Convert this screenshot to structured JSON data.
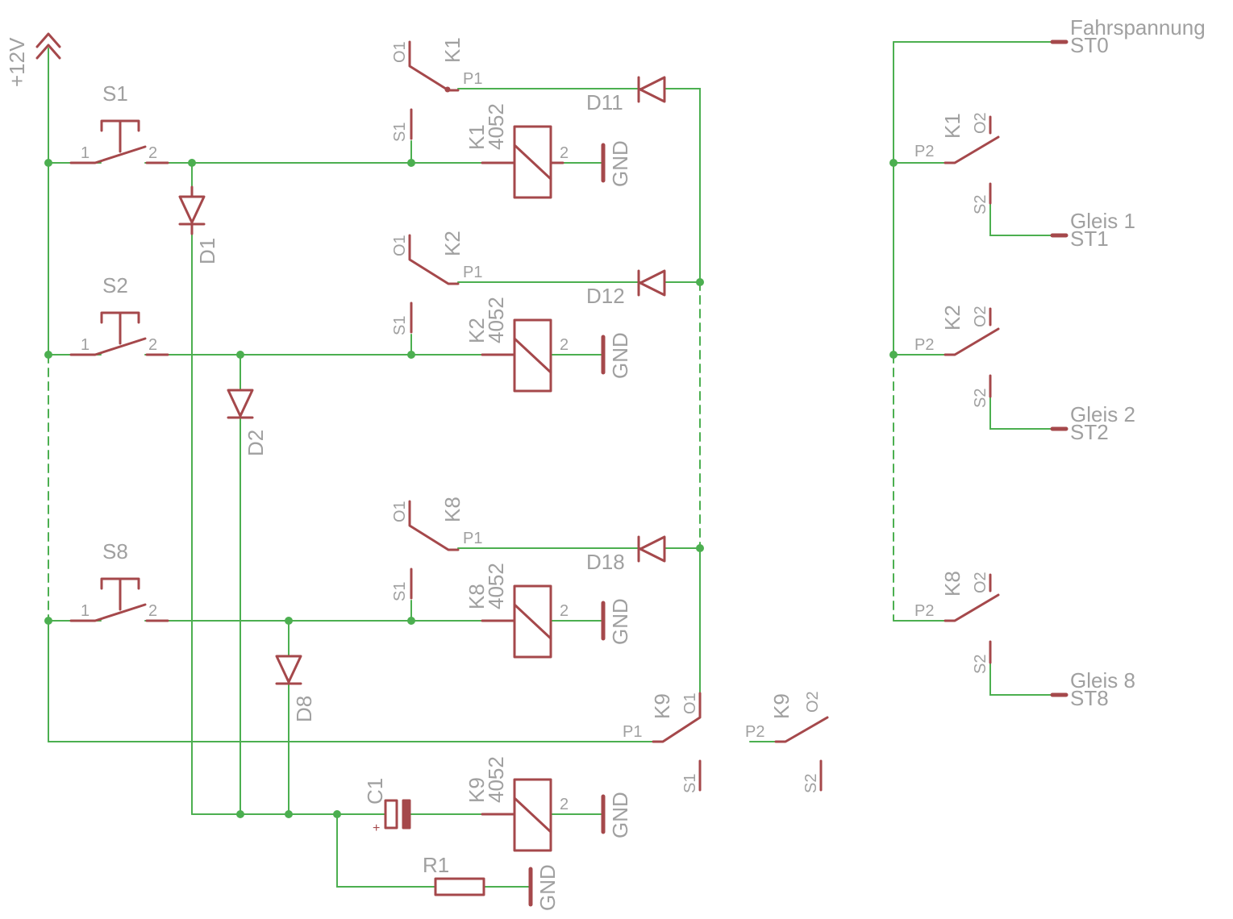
{
  "supply": {
    "label": "+12V"
  },
  "pushbuttons": [
    {
      "name": "S1",
      "pin1": "1",
      "pin2": "2"
    },
    {
      "name": "S2",
      "pin1": "1",
      "pin2": "2"
    },
    {
      "name": "S8",
      "pin1": "1",
      "pin2": "2"
    }
  ],
  "diodes": [
    {
      "name": "D1"
    },
    {
      "name": "D2"
    },
    {
      "name": "D8"
    },
    {
      "name": "D11"
    },
    {
      "name": "D12"
    },
    {
      "name": "D18"
    }
  ],
  "relays": [
    {
      "name": "K1",
      "type": "4052",
      "coil_pin": "2",
      "gnd": "GND",
      "o1": "O1",
      "p1": "P1",
      "s1": "S1"
    },
    {
      "name": "K2",
      "type": "4052",
      "coil_pin": "2",
      "gnd": "GND",
      "o1": "O1",
      "p1": "P1",
      "s1": "S1"
    },
    {
      "name": "K8",
      "type": "4052",
      "coil_pin": "2",
      "gnd": "GND",
      "o1": "O1",
      "p1": "P1",
      "s1": "S1"
    },
    {
      "name": "K9",
      "type": "4052",
      "coil_pin": "2",
      "gnd": "GND",
      "o1": "O1",
      "p1": "P1",
      "s1": "S1",
      "o2": "O2",
      "p2": "P2",
      "s2": "S2"
    }
  ],
  "capacitor": {
    "name": "C1",
    "polarity": "+"
  },
  "resistor": {
    "name": "R1",
    "gnd": "GND"
  },
  "outputs": {
    "supply": {
      "label": "Fahrspannung",
      "pin": "ST0"
    },
    "tracks": [
      {
        "relay": "K1",
        "o2": "O2",
        "p2": "P2",
        "s2": "S2",
        "label": "Gleis 1",
        "pin": "ST1"
      },
      {
        "relay": "K2",
        "o2": "O2",
        "p2": "P2",
        "s2": "S2",
        "label": "Gleis 2",
        "pin": "ST2"
      },
      {
        "relay": "K8",
        "o2": "O2",
        "p2": "P2",
        "s2": "S2",
        "label": "Gleis 8",
        "pin": "ST8"
      }
    ]
  }
}
